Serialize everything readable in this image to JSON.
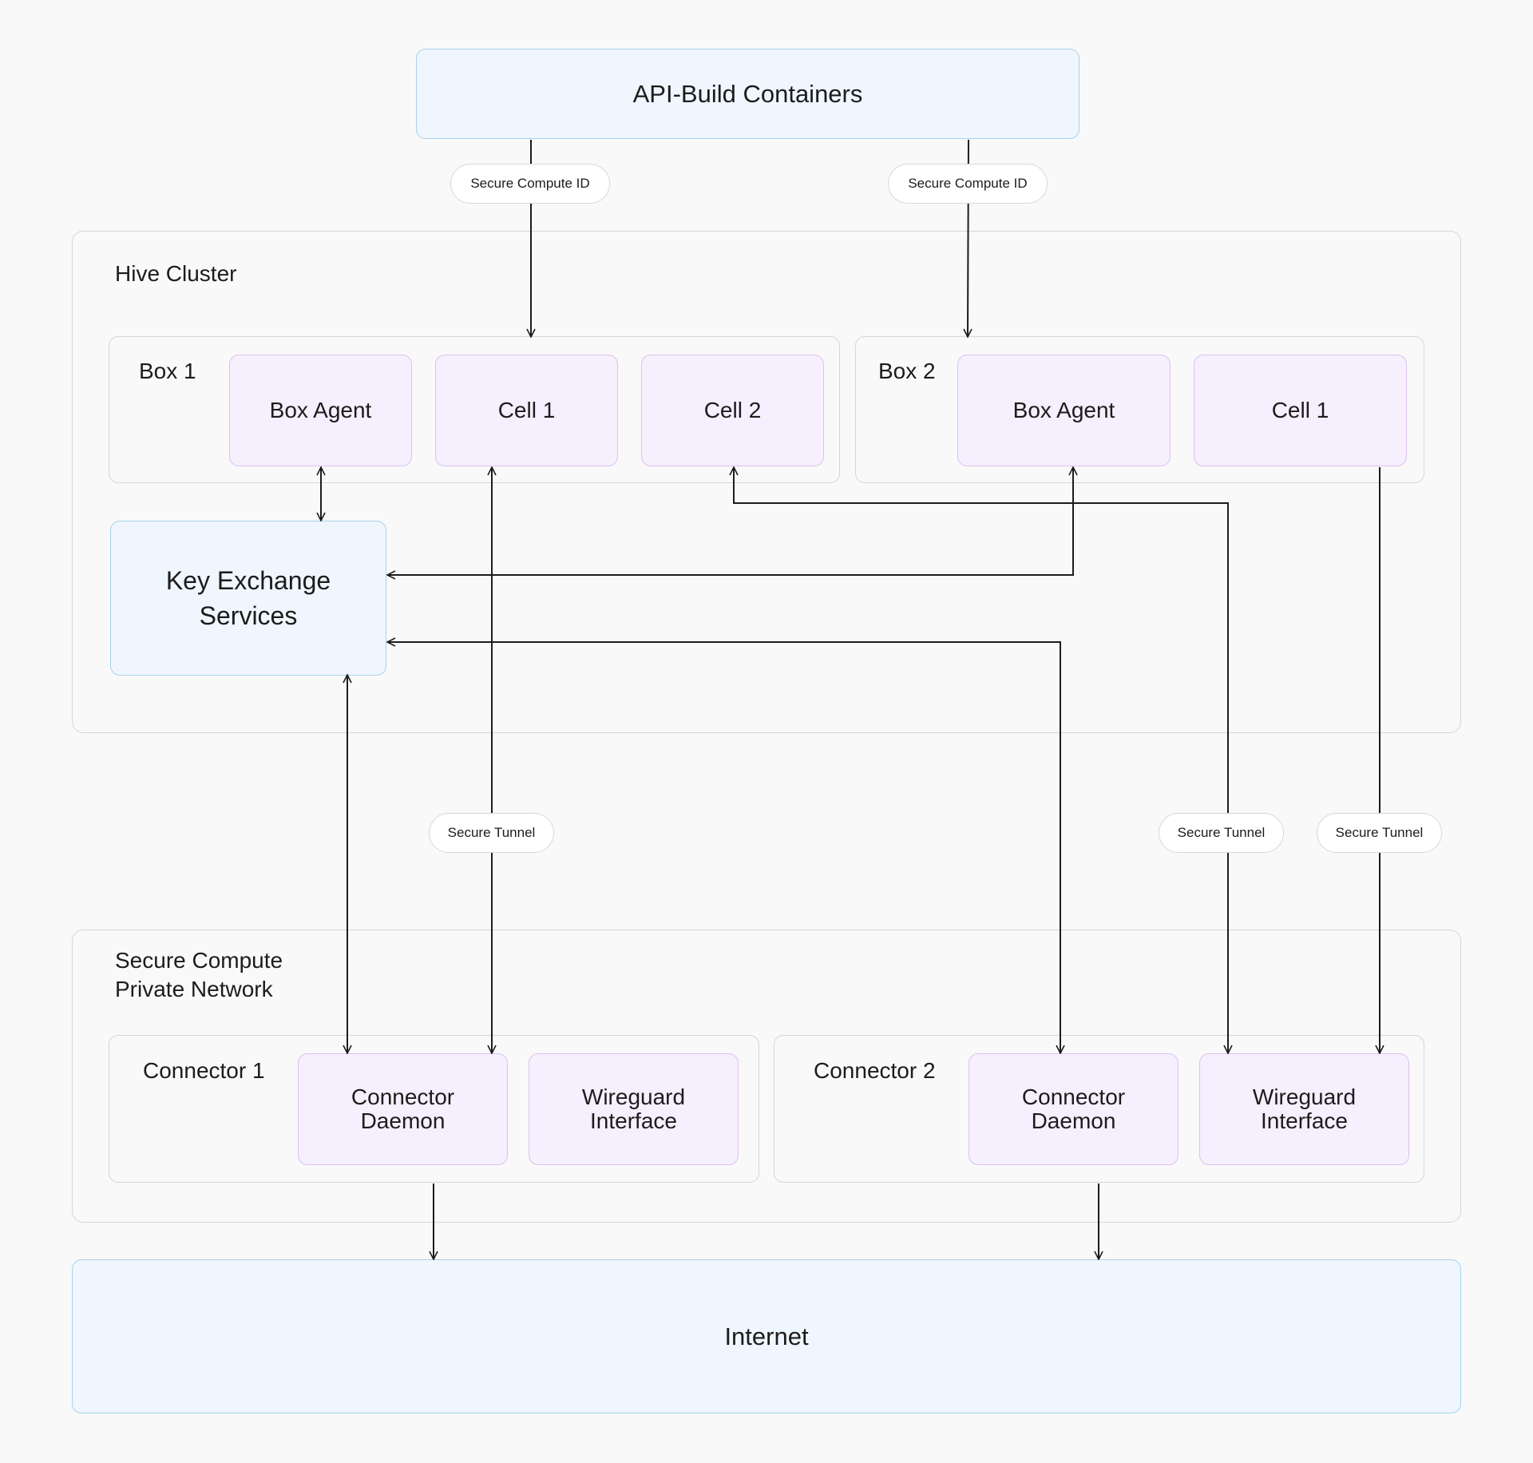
{
  "colors": {
    "background": "#f9f9f9",
    "blue_fill": "#eff6fd",
    "blue_border": "#a9d2ec",
    "purple_fill": "#f6effd",
    "purple_border": "#dcc2ee",
    "group_border": "#d6d6d6",
    "wire": "#1c1c1c"
  },
  "api": {
    "title": "API-Build Containers"
  },
  "compute_id_labels": [
    "Secure Compute ID",
    "Secure Compute ID"
  ],
  "hive": {
    "title": "Hive Cluster",
    "box1": {
      "title": "Box 1",
      "agent": "Box Agent",
      "cell1": "Cell 1",
      "cell2": "Cell 2"
    },
    "box2": {
      "title": "Box 2",
      "agent": "Box Agent",
      "cell1": "Cell 1"
    },
    "kes": "Key Exchange\nServices"
  },
  "tunnel_labels": [
    "Secure Tunnel",
    "Secure Tunnel",
    "Secure Tunnel"
  ],
  "network": {
    "title": "Secure Compute\nPrivate Network",
    "connector1": {
      "title": "Connector 1",
      "daemon": "Connector\nDaemon",
      "wireguard": "Wireguard\nInterface"
    },
    "connector2": {
      "title": "Connector 2",
      "daemon": "Connector\nDaemon",
      "wireguard": "Wireguard\nInterface"
    }
  },
  "internet": {
    "title": "Internet"
  }
}
